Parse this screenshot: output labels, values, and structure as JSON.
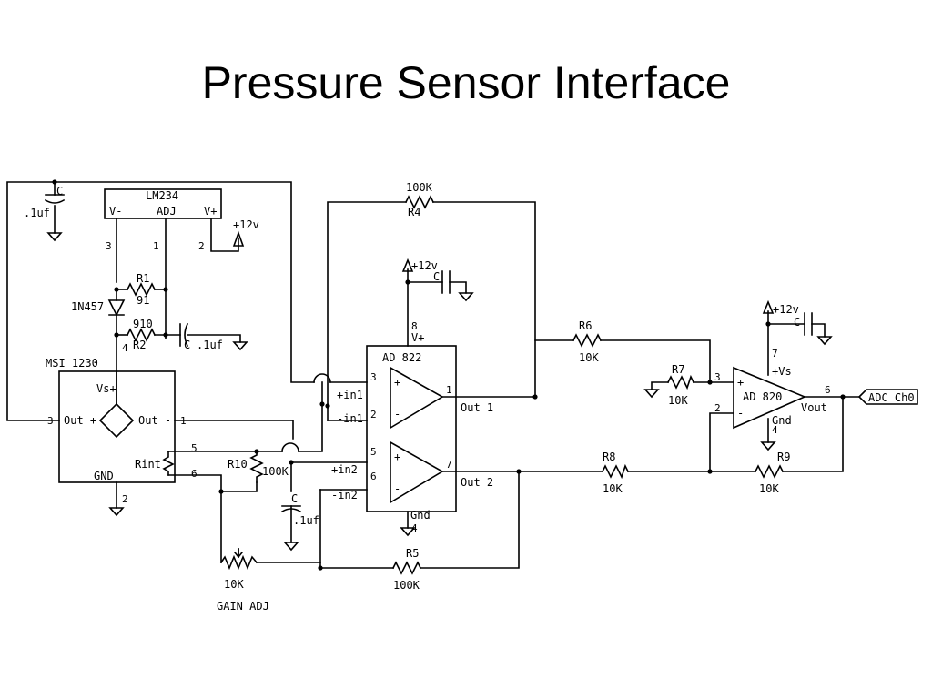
{
  "title": "Pressure Sensor Interface",
  "components": {
    "lm234": {
      "name": "LM234",
      "pin_vminus": "V-",
      "pin_adj": "ADJ",
      "pin_vplus": "V+",
      "pin3": "3",
      "pin1": "1",
      "pin2": "2",
      "supply": "+12v"
    },
    "c_top": {
      "ref": "C",
      "value": ".1uf"
    },
    "r1": {
      "ref": "R1",
      "value": "91"
    },
    "diode": {
      "ref": "1N457"
    },
    "r2": {
      "ref": "R2",
      "value": "910"
    },
    "c_mid": {
      "ref": "C",
      "value": ".1uf"
    },
    "sensor_pin4": "4",
    "msi": {
      "name": "MSI 1230",
      "vs": "Vs+",
      "out_plus": "Out +",
      "out_minus": "Out -",
      "pin3": "3",
      "pin1": "1",
      "rint": "Rint",
      "gnd": "GND",
      "pin2": "2",
      "pin5": "5",
      "pin6": "6"
    },
    "r10": {
      "ref": "R10",
      "value": "100K"
    },
    "c_low": {
      "ref": "C",
      "value": ".1uf"
    },
    "gain": {
      "value": "10K",
      "label": "GAIN ADJ"
    },
    "r4": {
      "ref": "R4",
      "value": "100K"
    },
    "r5": {
      "ref": "R5",
      "value": "100K"
    },
    "ad822": {
      "name": "AD 822",
      "supply": "+12v",
      "cap": "C",
      "pin8": "8",
      "vplus": "V+",
      "pin3": "3",
      "pin2": "2",
      "pin1": "1",
      "pin5": "5",
      "pin6": "6",
      "pin7": "7",
      "in1p": "+in1",
      "in1m": "-in1",
      "in2p": "+in2",
      "in2m": "-in2",
      "out1": "Out 1",
      "out2": "Out 2",
      "gnd": "Gnd",
      "pin4": "4",
      "plus": "+",
      "minus": "-"
    },
    "r6": {
      "ref": "R6",
      "value": "10K"
    },
    "r7": {
      "ref": "R7",
      "value": "10K"
    },
    "r8": {
      "ref": "R8",
      "value": "10K"
    },
    "r9": {
      "ref": "R9",
      "value": "10K"
    },
    "ad820": {
      "name": "AD 820",
      "supply": "+12v",
      "cap": "C",
      "pin7": "7",
      "vs": "+Vs",
      "pin3": "3",
      "pin2": "2",
      "pin6": "6",
      "vout": "Vout",
      "gnd": "Gnd",
      "pin4": "4",
      "plus": "+",
      "minus": "-"
    },
    "adc": {
      "label": "ADC Ch0"
    }
  }
}
